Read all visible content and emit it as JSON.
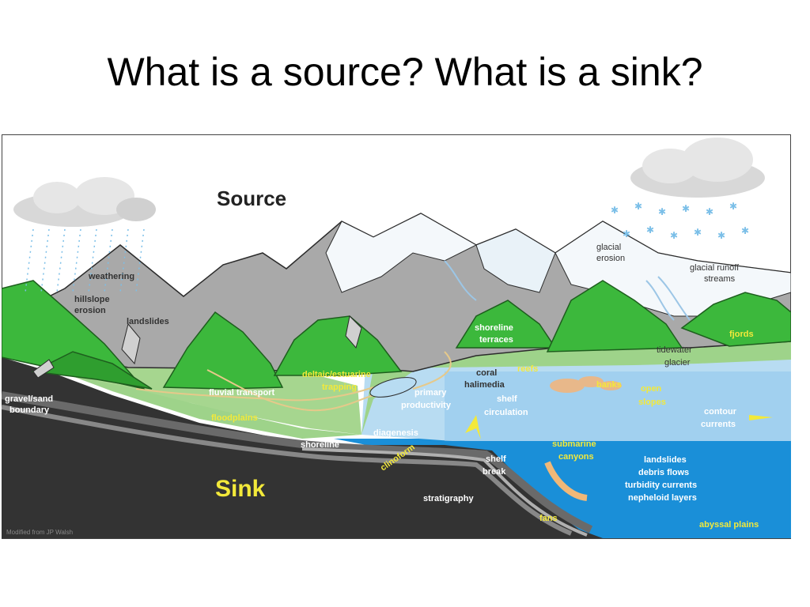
{
  "slide": {
    "title": "What is a source? What is a sink?"
  },
  "diagram": {
    "source_label": "Source",
    "sink_label": "Sink",
    "credit": "Modified from JP Walsh",
    "labels": {
      "weathering": "weathering",
      "hillslope": "hillslope",
      "erosion": "erosion",
      "landslides": "landslides",
      "gravel_sand": "gravel/sand",
      "boundary": "boundary",
      "fluvial_transport": "fluvial transport",
      "floodplains": "floodplains",
      "deltaic": "deltaic/estuarine",
      "trapping": "trapping",
      "shoreline_terraces_1": "shoreline",
      "shoreline_terraces_2": "terraces",
      "glacial_erosion_1": "glacial",
      "glacial_erosion_2": "erosion",
      "glacial_runoff_1": "glacial runoff",
      "glacial_runoff_2": "streams",
      "fjords": "fjords",
      "tidewater": "tidewater",
      "glacier": "glacier",
      "coral": "coral",
      "halimedia": "halimedia",
      "reefs": "reefs",
      "banks": "banks",
      "open_slopes_1": "open",
      "open_slopes_2": "slopes",
      "primary_1": "primary",
      "primary_2": "productivity",
      "shelf_circ_1": "shelf",
      "shelf_circ_2": "circulation",
      "contour_1": "contour",
      "contour_2": "currents",
      "diagenesis": "diagenesis",
      "shoreline": "shoreline",
      "clinoform": "clinoform",
      "shelf_break_1": "shelf",
      "shelf_break_2": "break",
      "submarine_1": "submarine",
      "submarine_2": "canyons",
      "deep_1": "landslides",
      "deep_2": "debris flows",
      "deep_3": "turbidity currents",
      "deep_4": "nepheloid layers",
      "stratigraphy": "stratigraphy",
      "fans": "fans",
      "abyssal": "abyssal plains"
    },
    "colors": {
      "green": "#3cb83c",
      "gray_mountain": "#a9a9a9",
      "ocean_shallow": "#b8dcf2",
      "ocean_deep": "#1a8fd8",
      "sink_dark": "#333333",
      "yellow_label": "#f3e93a"
    }
  }
}
